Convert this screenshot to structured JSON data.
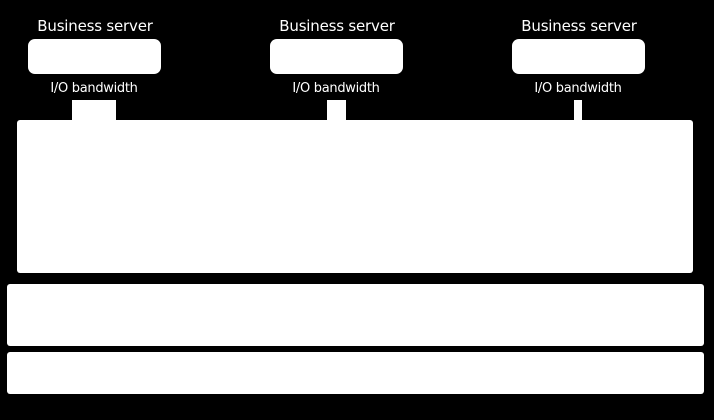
{
  "servers": [
    {
      "name": "Business server",
      "bandwidth_label": "I/O bandwidth"
    },
    {
      "name": "Business server",
      "bandwidth_label": "I/O bandwidth"
    },
    {
      "name": "Business server",
      "bandwidth_label": "I/O bandwidth"
    }
  ],
  "colors": {
    "background": "#000000",
    "foreground": "#ffffff"
  }
}
